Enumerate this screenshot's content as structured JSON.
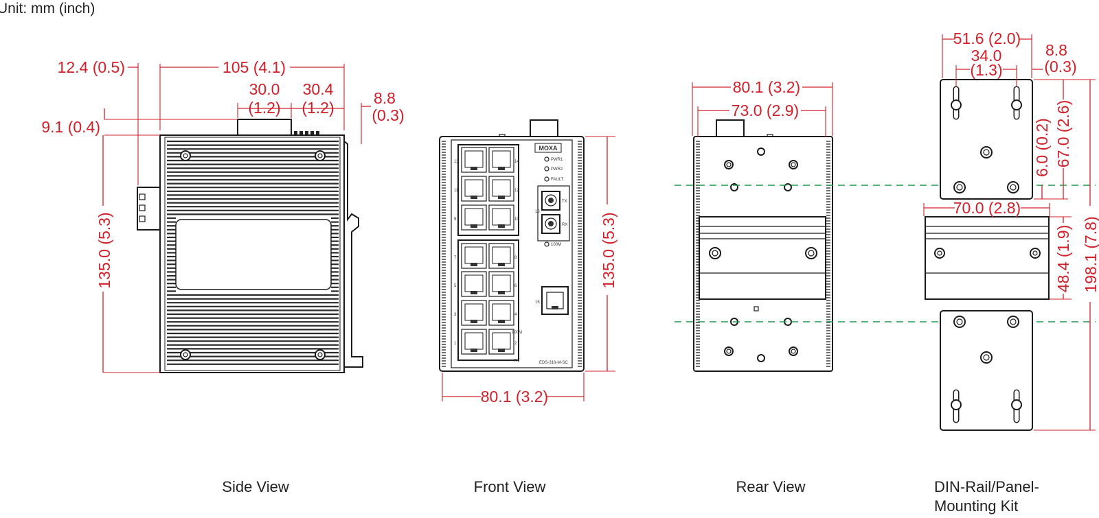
{
  "unit_label": "Unit: mm (inch)",
  "views": {
    "side": "Side View",
    "front": "Front View",
    "rear": "Rear View",
    "kit_line1": "DIN-Rail/Panel-",
    "kit_line2": "Mounting Kit"
  },
  "device": {
    "logo": "MOXA",
    "model": "EDS-316-M-SC",
    "led_pwr1": "PWR1",
    "led_pwr2": "PWR2",
    "led_fault": "FAULT",
    "led_100m": "100M",
    "tx": "TX",
    "rx": "RX",
    "port_labels": [
      "13",
      "14",
      "11",
      "12",
      "9",
      "10",
      "7",
      "8",
      "5",
      "6",
      "3",
      "4",
      "1",
      "2"
    ],
    "port_15": "15",
    "port_16": "16",
    "label_100m_small": "100M",
    "label_fn": "FN"
  },
  "dimensions": {
    "side_12_4": "12.4 (0.5)",
    "side_105": "105 (4.1)",
    "side_30_0_top": "30.0",
    "side_30_0_bot": "(1.2)",
    "side_30_4_top": "30.4",
    "side_30_4_bot": "(1.2)",
    "side_8_8_top": "8.8",
    "side_8_8_bot": "(0.3)",
    "side_9_1": "9.1 (0.4)",
    "side_135": "135.0 (5.3)",
    "front_135": "135.0 (5.3)",
    "front_80_1": "80.1 (3.2)",
    "rear_80_1": "80.1 (3.2)",
    "rear_73_0": "73.0 (2.9)",
    "kit_51_6": "51.6 (2.0)",
    "kit_34_0_top": "34.0",
    "kit_34_0_bot": "(1.3)",
    "kit_8_8_top": "8.8",
    "kit_8_8_bot": "(0.3)",
    "kit_67_0": "67.0 (2.6)",
    "kit_6_0": "6.0 (0.2)",
    "kit_70_0": "70.0 (2.8)",
    "kit_48_4": "48.4 (1.9)",
    "kit_198_1": "198.1 (7.8)"
  }
}
